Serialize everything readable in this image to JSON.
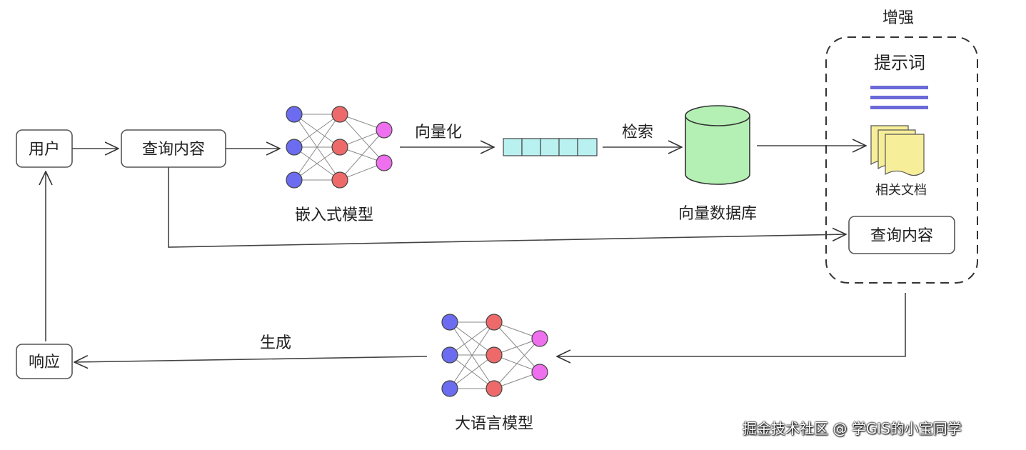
{
  "nodes": {
    "user": "用户",
    "query": "查询内容",
    "embedding_model": "嵌入式模型",
    "vector_db": "向量数据库",
    "augment": "增强",
    "prompt": "提示词",
    "related_docs": "相关文档",
    "query_in_prompt": "查询内容",
    "llm": "大语言模型",
    "response": "响应"
  },
  "edges": {
    "vectorize": "向量化",
    "retrieve": "检索",
    "generate": "生成"
  },
  "watermark": "掘金技术社区 @ 学GIS的小宝同学",
  "colors": {
    "input_node": "#6b6cf0",
    "hidden_node": "#ee6a6a",
    "output_node": "#ee70ee",
    "vector_cell": "#b9f0f0",
    "database": "#b4f0b4",
    "documents": "#f7ee9a",
    "prompt_lines": "#6b6ad8"
  }
}
